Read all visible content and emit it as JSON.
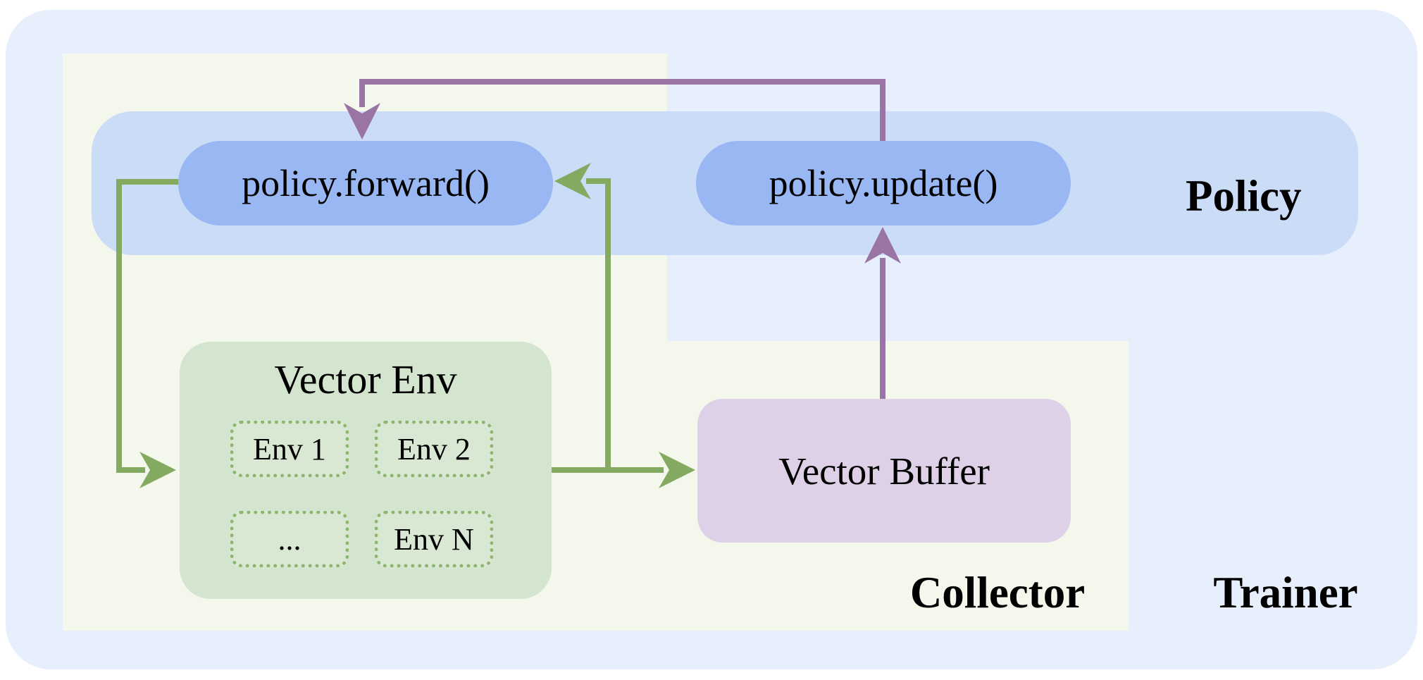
{
  "diagram": {
    "title_regions": {
      "trainer_label": "Trainer",
      "collector_label": "Collector",
      "policy_label": "Policy"
    },
    "nodes": {
      "policy_forward_label": "policy.forward()",
      "policy_update_label": "policy.update()",
      "vector_env": {
        "title": "Vector Env",
        "envs": [
          "Env 1",
          "Env 2",
          "...",
          "Env N"
        ]
      },
      "vector_buffer_label": "Vector Buffer"
    },
    "edges": [
      {
        "from": "policy.forward()",
        "to": "Vector Env",
        "color": "green"
      },
      {
        "from": "Vector Env",
        "to": "Vector Buffer",
        "color": "green"
      },
      {
        "from": "Vector Buffer",
        "to": "policy.forward()",
        "color": "green"
      },
      {
        "from": "Vector Buffer",
        "to": "policy.update()",
        "color": "purple"
      },
      {
        "from": "policy.update()",
        "to": "policy.forward()",
        "color": "purple"
      }
    ],
    "colors": {
      "trainer_bg": "#e7eefc",
      "collector_bg": "#f4f7ec",
      "policy_band_bg": "#cbdcf6",
      "pill_bg": "#98b7f3",
      "vector_env_bg": "#d3e5ce",
      "env_cell_border": "#8cb66f",
      "vector_buffer_bg": "#ded1e7",
      "green_arrow": "#84aa62",
      "purple_arrow": "#9a74a4"
    }
  }
}
